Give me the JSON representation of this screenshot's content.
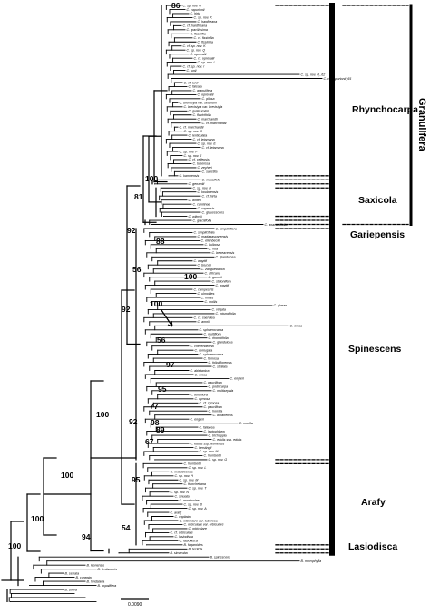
{
  "tree": {
    "tip_labels": [
      "C. sp. nov. U",
      "C. capurionii",
      "C. hirta",
      "C. sp. nov. K",
      "C. hardheana",
      "C. cf. hardheana",
      "C. gracilissima",
      "C. fissinflia",
      "C. cf. fissinflia",
      "C. fissinflia",
      "C. cf. sp. nov. K",
      "C. sp. nov. Q",
      "C. oprevalii",
      "C. cf. oprevalii",
      "C. sp. nov. I",
      "C. cf. sp. nov. I",
      "C. lunii",
      "C. sp. nov. Q_62",
      "C. cf. capurionii_65",
      "C. cf. lunii",
      "C. falcata",
      "C. granulifera",
      "C. oprevalii",
      "C. pilosa",
      "C. brevistyla var. setanum",
      "C. brevistyla var. brevistyla",
      "C. guillauminii",
      "C. flavicifolia",
      "C. marchandii",
      "C. cf. marchandii",
      "C. cf. marchandii",
      "C. sp. nov. O",
      "C. lenticulata",
      "C. cf. letamana",
      "C. sp. nov. E",
      "C. cf. letamana",
      "C. sp. nov. F",
      "C. sp. nov. J",
      "C. cf. cellepsis",
      "C. tuberosa",
      "C. zeyheri",
      "C. sanctita",
      "C. kamnensis",
      "C. crassifolia",
      "C. gerrardii",
      "C. sp. nov. D",
      "C. kouboensis",
      "C. cf. hirta",
      "C. dinteri",
      "C. carolinae",
      "C. capensis",
      "C. glaucescens",
      "C. wilmsii",
      "C. gracilifolia",
      "C. anacardifolia",
      "C. simpliciflora",
      "C. simplicifolia",
      "C. madagascariensis",
      "C. ellenbeckii",
      "C. bulbosa",
      "C. hua",
      "C. bebeacensis",
      "C. glandulosa",
      "C. wayttii",
      "C. bruceii",
      "C. zanguebarica",
      "C. africana",
      "C. gurneii",
      "C. stolonifera",
      "C. wayttii",
      "C. campestris",
      "C. ulmoides",
      "C. mollis",
      "C. mollis",
      "C. glaser",
      "C. virgata",
      "C. rotundifolia",
      "C. cf. caerulea",
      "C. amnii",
      "C. erosa",
      "C. sphaerocarpa",
      "C. multiflora",
      "C. rhombifolia",
      "C. glandulosa",
      "C. chevendeana",
      "C. corrugata",
      "C. sphaerocarpa",
      "C. fumosa",
      "C. folioliflorensis",
      "C. stellata",
      "C. abietanica",
      "C. erosa",
      "C. engleri",
      "C. pauciflora",
      "C. podocarpa",
      "C. multisepala",
      "C. tenuiflora",
      "C. cymosa",
      "C. cf. cymosa",
      "C. pauciflora",
      "C. horrida",
      "C. boranensis",
      "C. engleri",
      "C. morifia",
      "C. fallacea",
      "C. leptophloea",
      "C. trichoppla",
      "C. edulis ssp. edulis",
      "C. edulis ssp. leonensis",
      "C. kerstingii",
      "C. sp. nov. M",
      "C. humbertii",
      "C. sp. nov. G",
      "C. humbertii",
      "C. sp. nov. L",
      "C. metallicensis",
      "C. sp. nov. H",
      "C. sp. nov. M",
      "C. franchetiana",
      "C. sp. nov. T",
      "C. sp. nov. N",
      "C. sinuata",
      "C. monticolae",
      "C. sp. nov. B",
      "C. sp. nov. A",
      "C. arafy",
      "C. capitata",
      "C. orbiculare var. tuberosa",
      "C. orbiculare var. orbiculare",
      "C. orbiculare",
      "C. cf. orbiculare",
      "C. lasiodisca",
      "C. lasiodisca",
      "B. fagaroides",
      "B. tecitola",
      "B. simaruba",
      "B. spinescens",
      "B. microphylla",
      "B. leonensis",
      "B. lentisnanis",
      "B. serrata",
      "B. cuneata",
      "B. hindsiana",
      "B. copallifera",
      "B. bifora"
    ],
    "bootstrap": {
      "b86": "86",
      "b100_rhyncho": "100",
      "b81": "81",
      "b92_top": "92",
      "b88": "88",
      "b56_top": "56",
      "b100_simpl": "100",
      "b100_arrow": "100",
      "b56_mid": "56",
      "b92_mid": "92",
      "b97": "97",
      "b95_mid": "95",
      "b77": "77",
      "b98": "98",
      "b89": "89",
      "b67": "67",
      "b92_low": "92",
      "b100_main": "100",
      "b95_low": "95",
      "b54": "54",
      "b100_lower": "100",
      "b100_outer": "100",
      "b100_root": "100",
      "b94": "94"
    },
    "clades": {
      "rhynchocarpa": "Rhynchocarpa",
      "saxicola": "Saxicola",
      "gariepensis": "Gariepensis",
      "spinescens": "Spinescens",
      "arafy": "Arafy",
      "lasiodisca": "Lasiodisca"
    },
    "section": "Granulifera",
    "scale_label": "0.0090"
  }
}
